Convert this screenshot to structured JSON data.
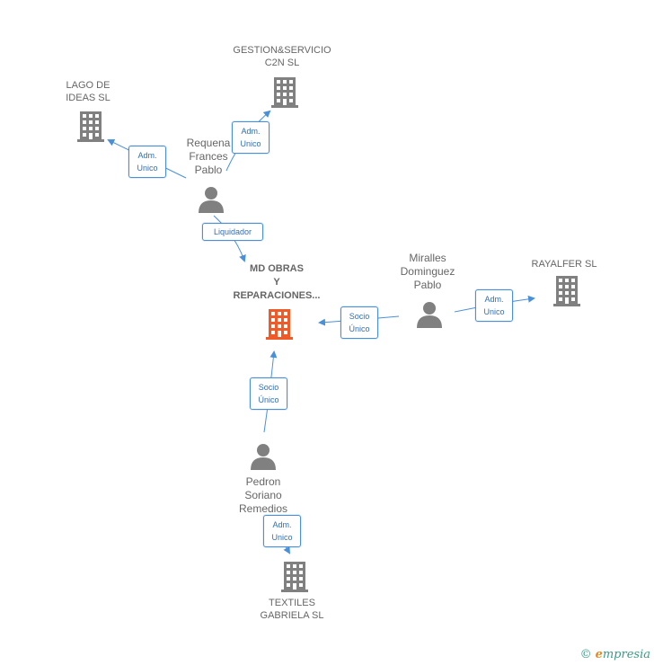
{
  "colors": {
    "edge": "#4a90d9",
    "company": "#808080",
    "center": "#f05a28",
    "person": "#808080"
  },
  "center": {
    "label": "MD OBRAS\nY\nREPARACIONES..."
  },
  "companies": {
    "gestion": "GESTION&SERVICIO\nC2N SL",
    "lago": "LAGO DE\nIDEAS SL",
    "rayalfer": "RAYALFER SL",
    "textiles": "TEXTILES\nGABRIELA SL"
  },
  "persons": {
    "requena": "Requena\nFrances\nPablo",
    "miralles": "Miralles\nDominguez\nPablo",
    "pedron": "Pedron\nSoriano\nRemedios"
  },
  "edges": {
    "req_gestion": "Adm.\nUnico",
    "req_lago": "Adm.\nUnico",
    "req_center": "Liquidador",
    "mir_center": "Socio\nÚnico",
    "mir_rayalfer": "Adm.\nUnico",
    "ped_center": "Socio\nÚnico",
    "ped_textiles": "Adm.\nUnico"
  },
  "footer": {
    "copyright": "©",
    "brand_first": "e",
    "brand_rest": "mpresia"
  }
}
